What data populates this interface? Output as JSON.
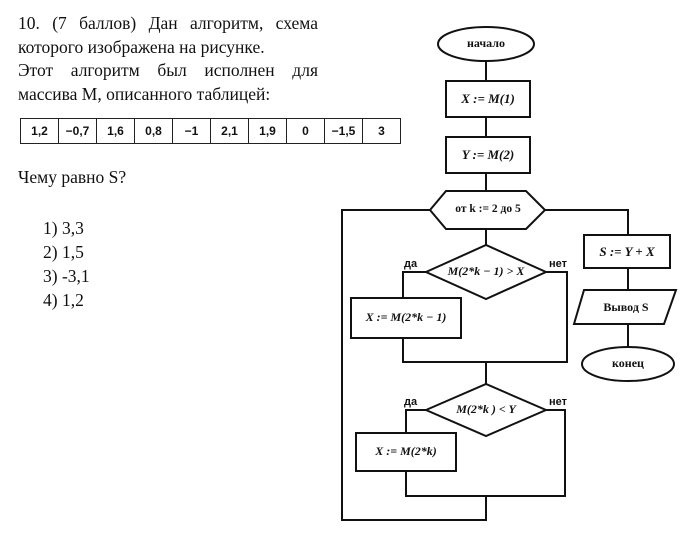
{
  "question": {
    "lines": [
      "10. (7 баллов) Дан алгоритм, схема",
      "которого изображена на рисунке.",
      "Этот алгоритм был исполнен для",
      "массива M, описанного таблицей:"
    ],
    "array": [
      "1,2",
      "−0,7",
      "1,6",
      "0,8",
      "−1",
      "2,1",
      "1,9",
      "0",
      "−1,5",
      "3"
    ],
    "ask": "Чему равно S?",
    "options": [
      "1)  3,3",
      "2)  1,5",
      "3)  -3,1",
      "4)  1,2"
    ]
  },
  "flowchart": {
    "start": "начало",
    "assign_x": "X := M(1)",
    "assign_y": "Y := M(2)",
    "loop": "от k := 2 до 5",
    "cond1": "M(2*k − 1) > X",
    "action1": "X := M(2*k − 1)",
    "cond2": "M(2*k ) < Y",
    "action2": "X := M(2*k)",
    "assign_s": "S := Y + X",
    "output": "Вывод S",
    "end": "конец",
    "yes": "да",
    "no": "нет"
  }
}
